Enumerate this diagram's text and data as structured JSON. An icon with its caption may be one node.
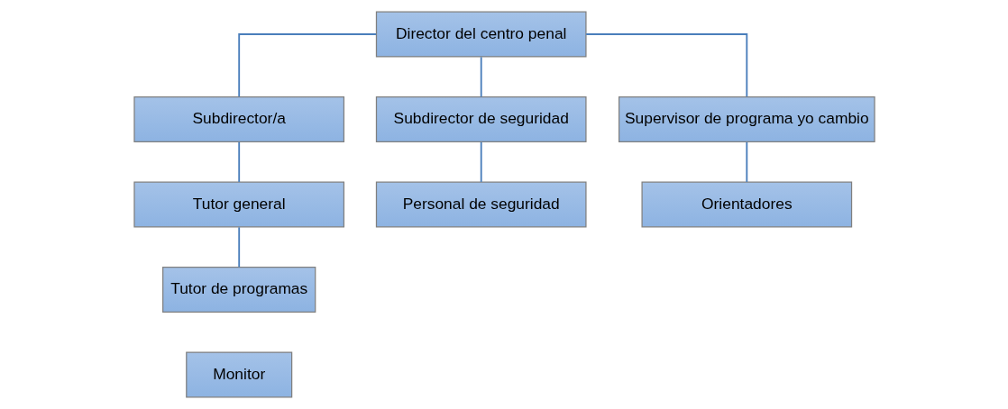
{
  "diagram": {
    "nodes": [
      {
        "text": [
          "Director del centro penal"
        ]
      },
      {
        "text": [
          "Subdirector/a"
        ]
      },
      {
        "text": [
          "Subdirector de seguridad"
        ]
      },
      {
        "text": [
          "Tutor general"
        ]
      },
      {
        "text": [
          "Supervisor de programa yo cambio"
        ]
      },
      {
        "text": [
          "Personal de seguridad"
        ]
      },
      {
        "text": [
          "Tutor de programas"
        ]
      },
      {
        "text": [
          "Monitor"
        ]
      },
      {
        "text": [
          "Orientadores"
        ]
      }
    ],
    "edges": [
      {
        "from": 0,
        "to": 1,
        "arrow": "none"
      },
      {
        "from": 0,
        "to": 4,
        "arrow": "none"
      },
      {
        "from": 0,
        "to": 2,
        "arrow": "none"
      },
      {
        "from": 1,
        "to": 3,
        "arrow": "none"
      },
      {
        "from": 2,
        "to": 5,
        "arrow": "none"
      },
      {
        "from": 3,
        "to": 6,
        "arrow": "none"
      },
      {
        "from": 4,
        "to": 8,
        "arrow": "none"
      }
    ]
  }
}
